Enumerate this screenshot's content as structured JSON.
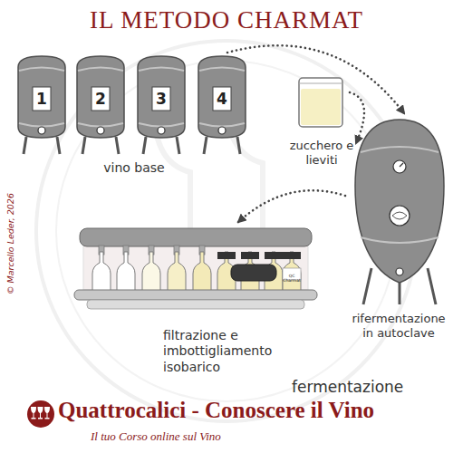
{
  "diagram": {
    "title": "IL METODO CHARMAT",
    "nodes": [
      {
        "text": [
          "1"
        ]
      },
      {
        "text": [
          "2"
        ]
      },
      {
        "text": [
          "3"
        ]
      },
      {
        "text": [
          "4"
        ]
      },
      {
        "text": [
          "zucchero e lieviti"
        ]
      },
      {
        "text": [
          "rifermentazione in autoclave"
        ]
      },
      {
        "text": [
          "filtrazione e imbottigliamento isobarico"
        ]
      }
    ],
    "edges": [
      {
        "from": 3,
        "to": 5,
        "arrow": "to"
      },
      {
        "from": 4,
        "to": 5,
        "arrow": "to"
      },
      {
        "from": 5,
        "to": 6,
        "arrow": "to"
      }
    ],
    "labels": [
      "vino base",
      "QC Charmat",
      "fermentazione",
      "Quattrocalici - Conoscere il Vino",
      "Il tuo Corso online sul Vino",
      "© Marcello Leder, 2026"
    ]
  }
}
